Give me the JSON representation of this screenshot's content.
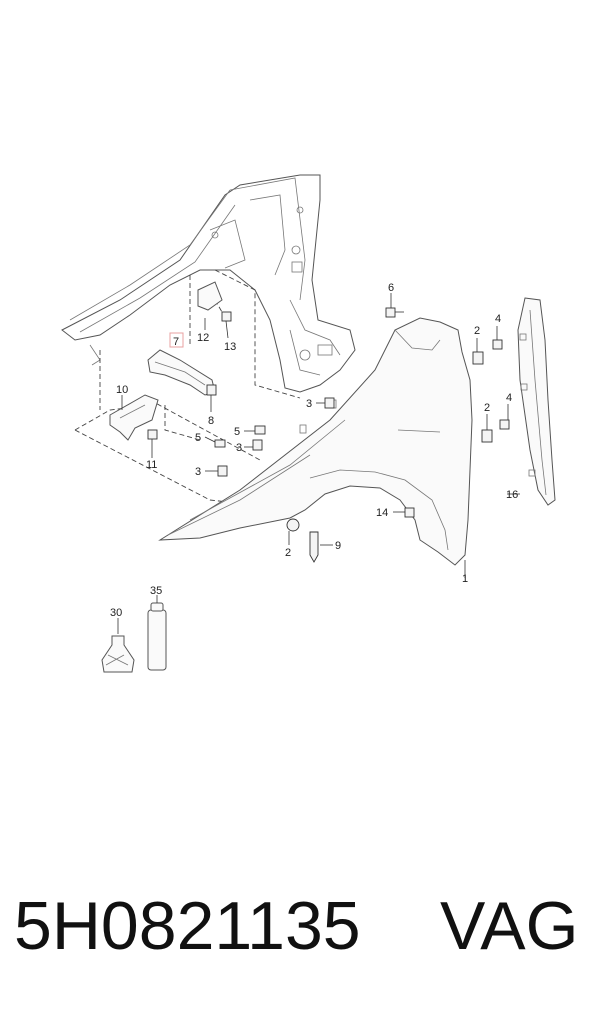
{
  "callouts": {
    "c1": "1",
    "c2a": "2",
    "c2b": "2",
    "c2c": "2",
    "c3a": "3",
    "c3b": "3",
    "c3c": "3",
    "c4a": "4",
    "c4b": "4",
    "c5a": "5",
    "c5b": "5",
    "c6": "6",
    "c7": "7",
    "c8": "8",
    "c9": "9",
    "c10": "10",
    "c11": "11",
    "c12": "12",
    "c13": "13",
    "c14": "14",
    "c16": "16",
    "c30": "30",
    "c35": "35"
  },
  "footer": {
    "part_number": "5H0821135",
    "brand": "VAG"
  },
  "colors": {
    "highlight_box": "#e8a0a0",
    "line": "#555555"
  }
}
